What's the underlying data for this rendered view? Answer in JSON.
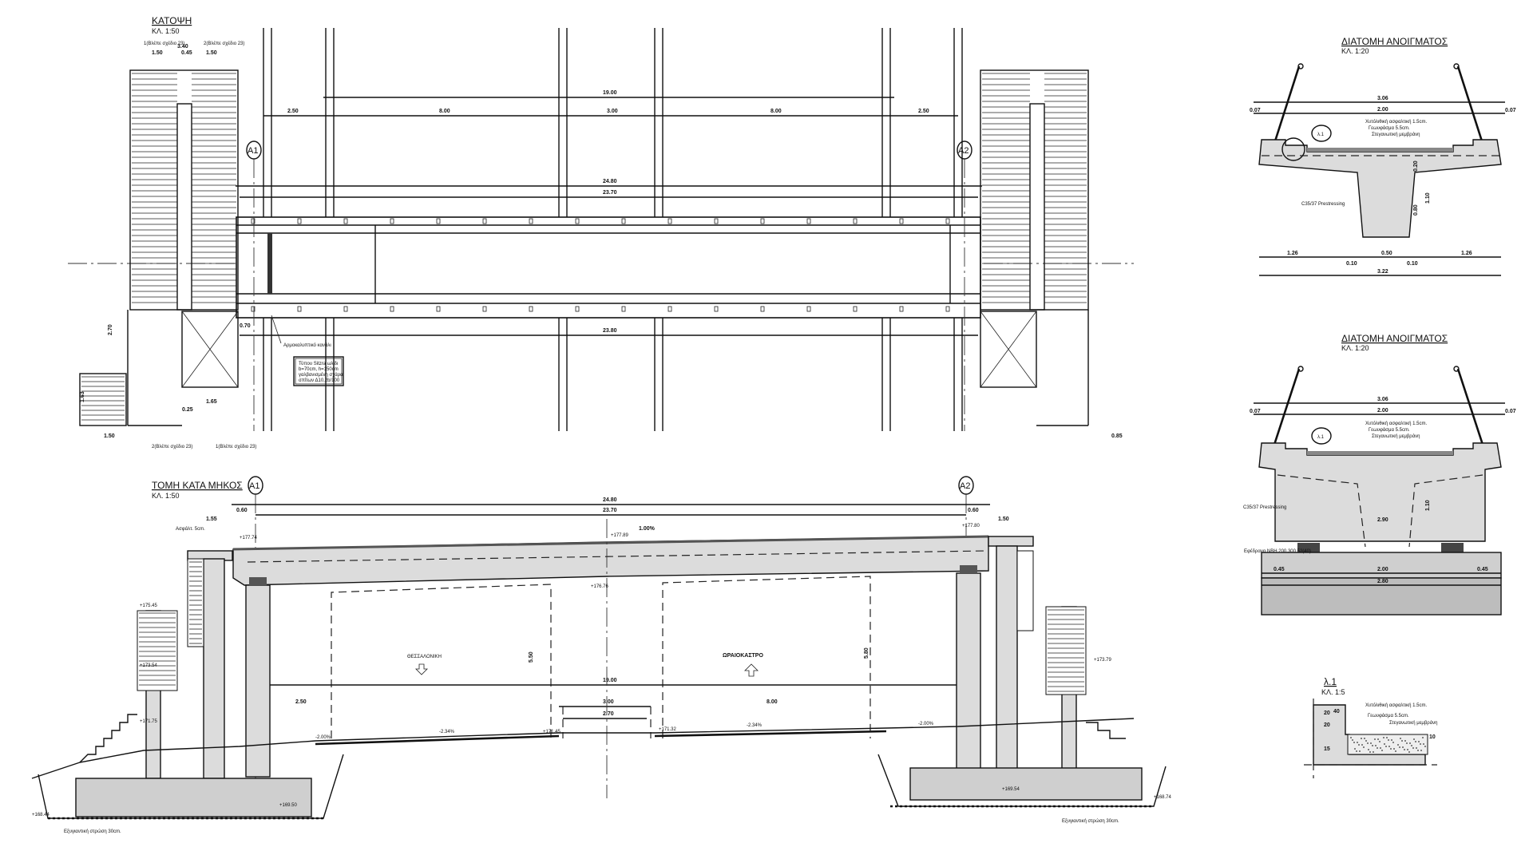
{
  "plan": {
    "title": "ΚΑΤΟΨΗ",
    "scale": "ΚΛ. 1:50",
    "section_marks": [
      "1(Βλέπε σχέδιο 23)",
      "2(Βλέπε σχέδιο 23)",
      "2(Βλέπε σχέδιο 23)",
      "1(Βλέπε σχέδιο 23)"
    ],
    "axis_left": "A1",
    "axis_right": "A2",
    "dims_top": [
      "19.00",
      "2.50",
      "8.00",
      "3.00",
      "8.00",
      "2.50"
    ],
    "dims_deck": [
      "24.80",
      "23.70",
      "23.80"
    ],
    "dims_side": [
      "1.50",
      "0.45",
      "1.50",
      "3.40",
      "2.70",
      "1.63",
      "1.50",
      "1.65",
      "0.25",
      "0.70",
      "0.85"
    ],
    "note_joint": "Αρμοκαλυπτικό κανάλι",
    "note_box": [
      "Τύπου Sitzra ωλιδι",
      "b=70cm, h=150cm",
      "γαλβανισμένη σχάρα",
      "σπίτων Δ10,2b/100"
    ]
  },
  "section_long": {
    "title": "ΤΟΜΗ ΚΑΤΑ ΜΗΚΟΣ",
    "scale": "ΚΛ. 1:50",
    "axis_left": "A1",
    "axis_right": "A2",
    "dims_top": [
      "24.80",
      "23.70",
      "0.60",
      "0.60",
      "1.55",
      "1.50"
    ],
    "slope": "1.00%",
    "elevations": [
      "+177.74",
      "+177.80",
      "+177.89",
      "+176.76",
      "+175.45",
      "+173.54",
      "+173.79",
      "+171.75",
      "+171.45",
      "+171.32",
      "+169.54",
      "+169.50",
      "+168.74",
      "+168.44"
    ],
    "ground_slopes": [
      "-2.00%",
      "-2.34%",
      "-2.34%",
      "-2.00%"
    ],
    "direction_left": "ΘΕΣΣΑΛΟΝΙΚΗ",
    "direction_right": "ΩΡΑΙΟΚΑΣΤΡΟ",
    "dims_clear": [
      "19.00",
      "3.00",
      "2.70",
      "8.00",
      "2.50",
      "5.50",
      "5.80"
    ],
    "label_asphalt": "Ασφάλτ. 5cm.",
    "label_bedding": "Εξυγιαντική στρώση 30cm."
  },
  "section_a": {
    "title": "ΔΙΑΤΟΜΗ ΑΝΟΙΓΜΑΤΟΣ",
    "scale": "ΚΛ. 1:20",
    "dims": [
      "3.06",
      "2.00",
      "0.07",
      "0.07",
      "1.26",
      "0.10",
      "0.50",
      "0.10",
      "1.26",
      "3.22",
      "0.20",
      "0.80",
      "1.10"
    ],
    "layers": [
      "Χυτόλιθική ασφαλτική 1.5cm.",
      "Γεωυφάσμα 5.5cm.",
      "Στεγανωτική μεμβράνη"
    ],
    "material": "C35/37 Prestressing",
    "detail_ref": "λ.1"
  },
  "section_b": {
    "title": "ΔΙΑΤΟΜΗ ΑΝΟΙΓΜΑΤΟΣ",
    "scale": "ΚΛ. 1:20",
    "dims": [
      "3.06",
      "2.00",
      "0.07",
      "0.07",
      "0.45",
      "2.00",
      "0.45",
      "2.80",
      "2.90",
      "1.10"
    ],
    "layers": [
      "Χυτόλιθική ασφαλτική 1.5cm.",
      "Γεωυφάσμα 5.5cm.",
      "Στεγανωτική μεμβράνη"
    ],
    "material": "C35/37 Prestressing",
    "bearing": "Εφέδρανα NBH 200.300.52(40)",
    "detail_ref": "λ.1"
  },
  "detail": {
    "title": "λ.1",
    "scale": "ΚΛ. 1:5",
    "layers": [
      "Χυτόλιθική ασφαλτική 1.5cm.",
      "Γεωυφάσμα 5.5cm.",
      "Στεγανωτική μεμβράνη"
    ],
    "dims": [
      "20",
      "40",
      "20",
      "10",
      "15"
    ]
  }
}
